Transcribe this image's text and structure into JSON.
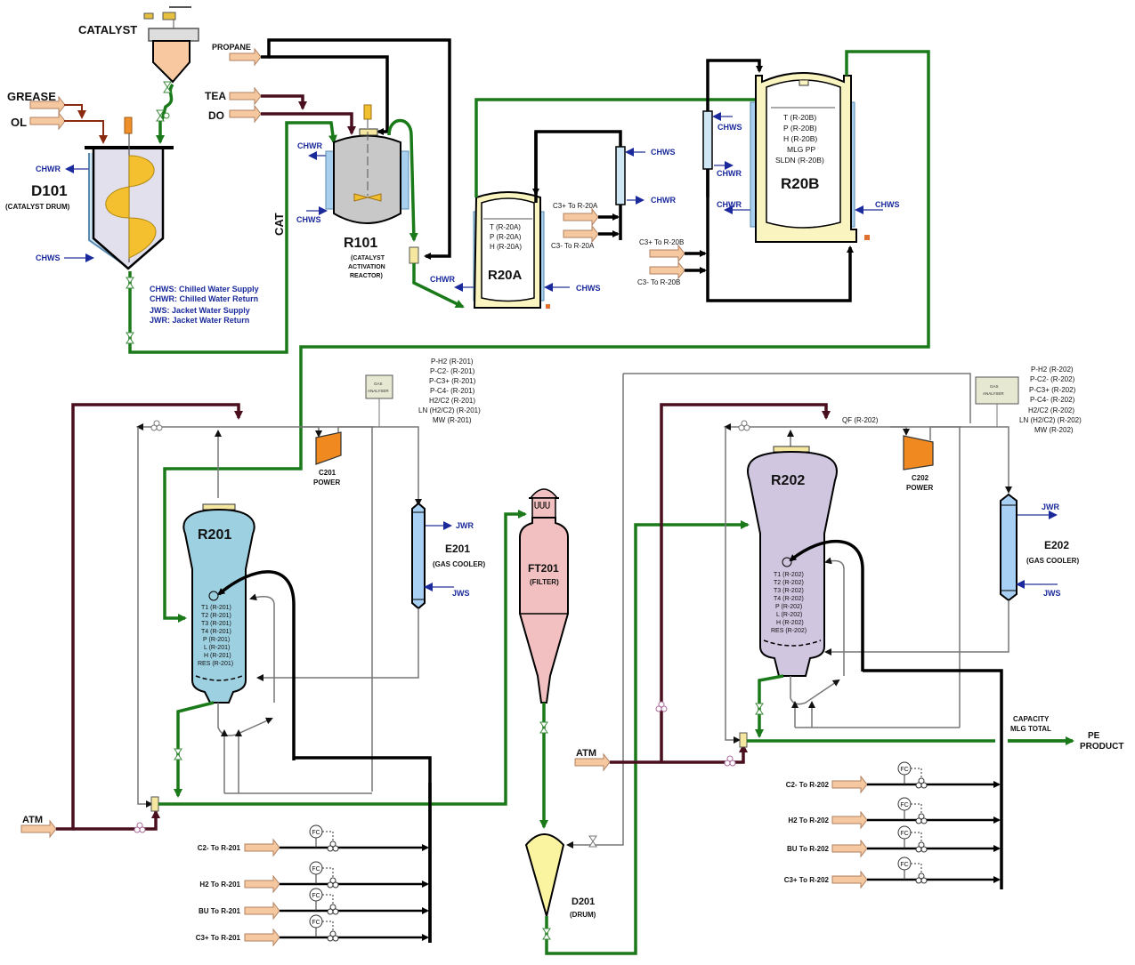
{
  "diagram": {
    "type": "process-flow-diagram",
    "equipment": {
      "d101": {
        "tag": "D101",
        "desc": "(CATALYST DRUM)"
      },
      "catalyst_hopper": {
        "label": "CATALYST"
      },
      "r101": {
        "tag": "R101",
        "desc1": "(CATALYST",
        "desc2": "ACTIVATION",
        "desc3": "REACTOR)"
      },
      "r20a": {
        "tag": "R20A",
        "instruments": [
          "T (R-20A)",
          "P (R-20A)",
          "H (R-20A)"
        ]
      },
      "r20b": {
        "tag": "R20B",
        "instruments": [
          "T (R-20B)",
          "P (R-20B)",
          "H (R-20B)",
          "MLG PP",
          "SLDN (R-20B)"
        ]
      },
      "r201": {
        "tag": "R201",
        "instruments": [
          "T1 (R-201)",
          "T2 (R-201)",
          "T3 (R-201)",
          "T4 (R-201)",
          "P (R-201)",
          "L (R-201)",
          "H (R-201)",
          "RES (R-201)"
        ]
      },
      "r202": {
        "tag": "R202",
        "instruments": [
          "T1 (R-202)",
          "T2 (R-202)",
          "T3 (R-202)",
          "T4 (R-202)",
          "P (R-202)",
          "L (R-202)",
          "H (R-202)",
          "RES (R-202)"
        ]
      },
      "c201": {
        "tag": "C201",
        "desc": "POWER"
      },
      "c202": {
        "tag": "C202",
        "desc": "POWER"
      },
      "e201": {
        "tag": "E201",
        "desc": "(GAS COOLER)"
      },
      "e202": {
        "tag": "E202",
        "desc": "(GAS COOLER)"
      },
      "ft201": {
        "tag": "FT201",
        "desc": "(FILTER)"
      },
      "d201": {
        "tag": "D201",
        "desc": "(DRUM)"
      },
      "ga1": {
        "label1": "GAS",
        "label2": "ANALYSER"
      },
      "ga2": {
        "label1": "GAS",
        "label2": "ANALYSER"
      }
    },
    "analyser_readouts": {
      "r201": [
        "P-H2 (R-201)",
        "P-C2- (R-201)",
        "P-C3+ (R-201)",
        "P-C4- (R-201)",
        "H2/C2 (R-201)",
        "LN (H2/C2) (R-201)",
        "MW (R-201)"
      ],
      "r202": [
        "P-H2 (R-202)",
        "P-C2- (R-202)",
        "P-C3+ (R-202)",
        "P-C4- (R-202)",
        "H2/C2 (R-202)",
        "LN (H2/C2) (R-202)",
        "MW (R-202)"
      ]
    },
    "feeds": {
      "grease": "GREASE",
      "ol": "OL",
      "propane": "PROPANE",
      "tea": "TEA",
      "do": "DO",
      "cat": "CAT",
      "atm1": "ATM",
      "atm2": "ATM",
      "c3plus_r20a": "C3+ To R-20A",
      "c3minus_r20a": "C3- To R-20A",
      "c3plus_r20b": "C3+ To R-20B",
      "c3minus_r20b": "C3- To R-20B",
      "r201_feeds": [
        "C2- To R-201",
        "H2 To R-201",
        "BU To R-201",
        "C3+ To R-201"
      ],
      "r202_feeds": [
        "C2- To R-202",
        "H2 To R-202",
        "BU To R-202",
        "C3+ To R-202"
      ]
    },
    "utilities": {
      "chws": "CHWS",
      "chwr": "CHWR",
      "jws": "JWS",
      "jwr": "JWR"
    },
    "legend": [
      "CHWS: Chilled Water Supply",
      "CHWR: Chilled Water Return",
      "JWS: Jacket Water Supply",
      "JWR: Jacket Water Return"
    ],
    "controller": "FC",
    "qf_label": "QF (R-202)",
    "capacity1": "CAPACITY",
    "capacity2": "MLG TOTAL",
    "product1": "PE",
    "product2": "PRODUCT"
  }
}
